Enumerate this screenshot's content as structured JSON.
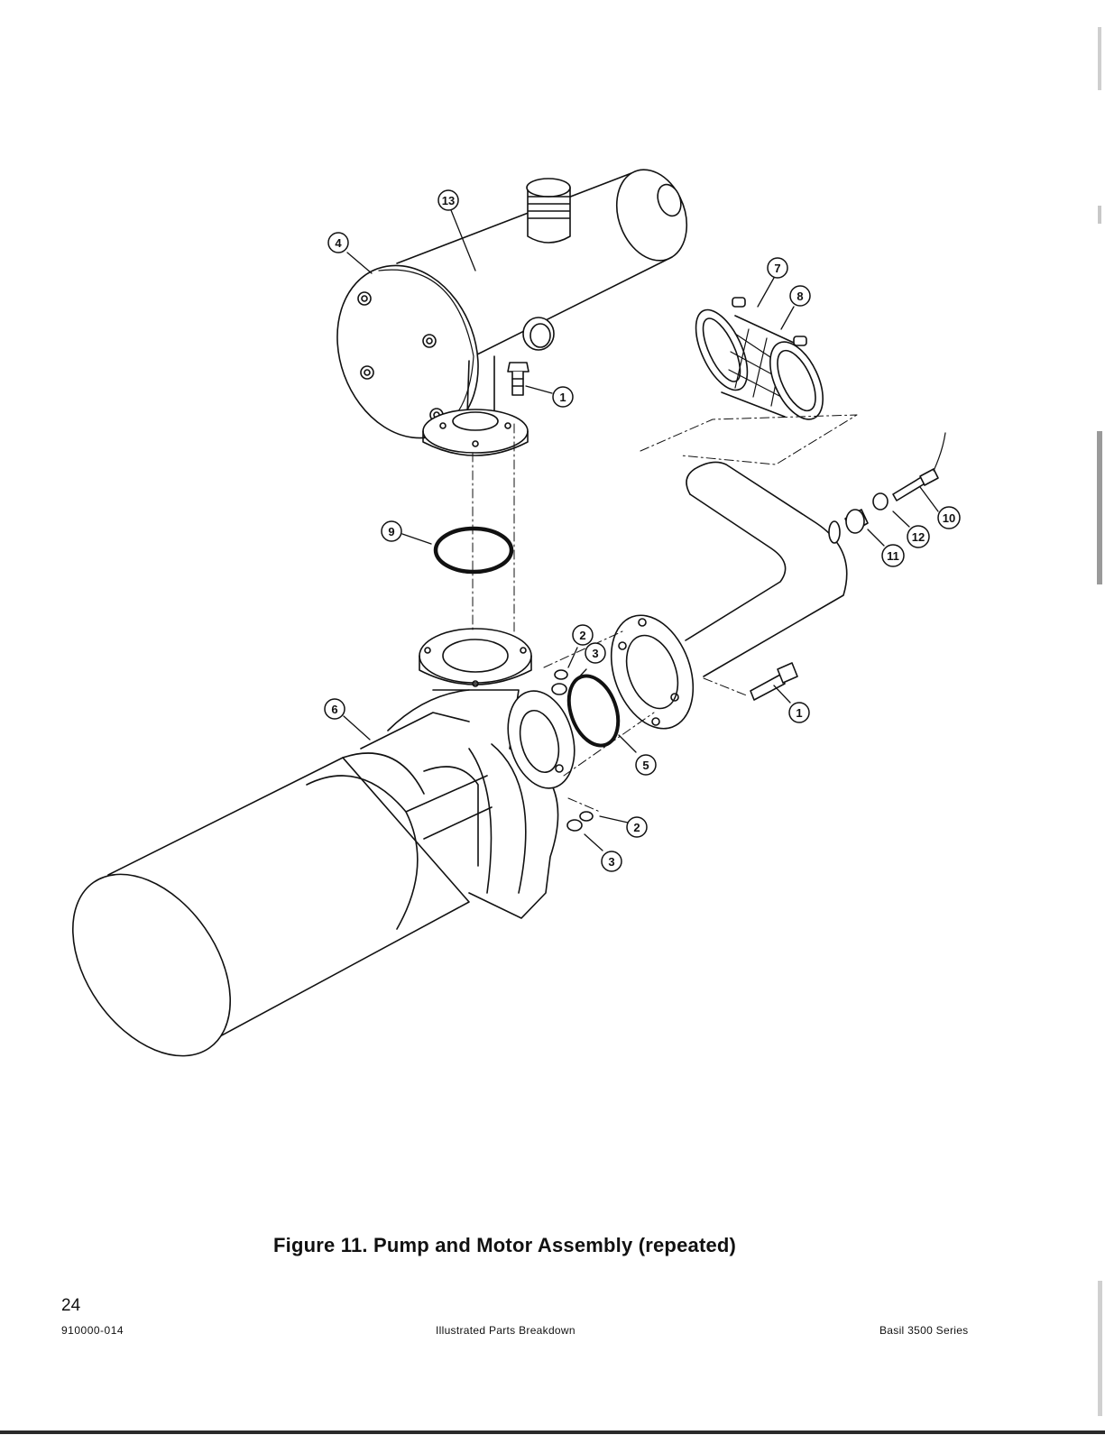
{
  "figure": {
    "caption": "Figure 11. Pump and Motor Assembly (repeated)",
    "callouts": [
      {
        "id": "c13",
        "label": "13"
      },
      {
        "id": "c4",
        "label": "4"
      },
      {
        "id": "c7",
        "label": "7"
      },
      {
        "id": "c8",
        "label": "8"
      },
      {
        "id": "c1a",
        "label": "1"
      },
      {
        "id": "c9",
        "label": "9"
      },
      {
        "id": "c10",
        "label": "10"
      },
      {
        "id": "c12",
        "label": "12"
      },
      {
        "id": "c11",
        "label": "11"
      },
      {
        "id": "c2a",
        "label": "2"
      },
      {
        "id": "c3a",
        "label": "3"
      },
      {
        "id": "c6",
        "label": "6"
      },
      {
        "id": "c1b",
        "label": "1"
      },
      {
        "id": "c5",
        "label": "5"
      },
      {
        "id": "c2b",
        "label": "2"
      },
      {
        "id": "c3b",
        "label": "3"
      }
    ]
  },
  "footer": {
    "page_number": "24",
    "doc_number": "910000-014",
    "section": "Illustrated Parts Breakdown",
    "series": "Basil 3500 Series"
  }
}
